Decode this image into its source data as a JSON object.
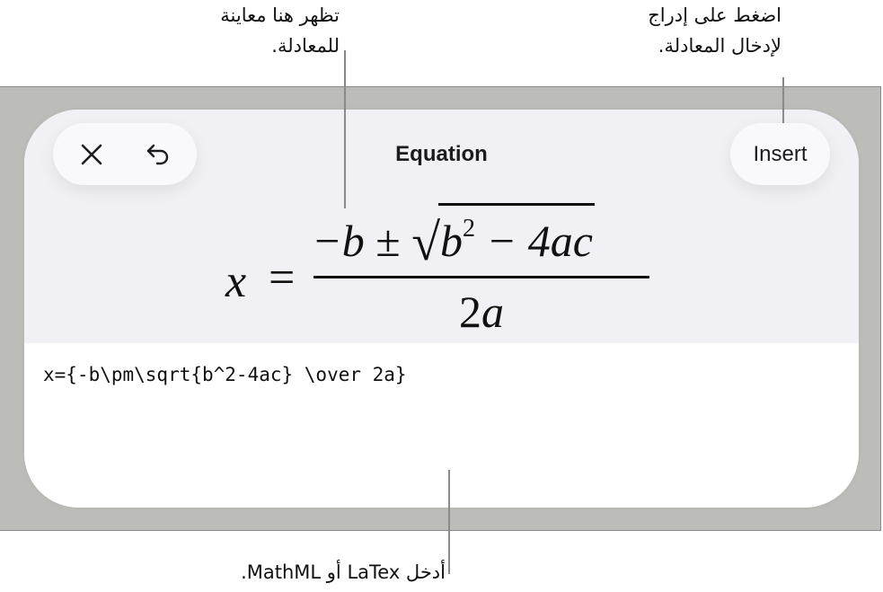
{
  "callouts": {
    "preview": {
      "line1": "تظهر هنا معاينة",
      "line2": "للمعادلة."
    },
    "insert": {
      "line1": "اضغط على إدراج",
      "line2": "لإدخال المعادلة."
    },
    "input": {
      "text": "أدخل LaTex أو MathML."
    }
  },
  "dialog": {
    "title": "Equation",
    "close_icon": "close-icon",
    "undo_icon": "undo-icon",
    "insert_label": "Insert"
  },
  "preview": {
    "lhs": "x",
    "equals": "=",
    "numerator": {
      "minus_b": "−b",
      "pm": "±",
      "radical": "√",
      "b": "b",
      "exp": "2",
      "rest": " − 4ac"
    },
    "denominator": {
      "two": "2",
      "a": "a"
    }
  },
  "input": {
    "value": "x={-b\\pm\\sqrt{b^2-4ac} \\over 2a}"
  },
  "colors": {
    "frame": "#bcbdb9",
    "card_header": "#f0f0f5",
    "card_body": "#ffffff",
    "pill": "#f9f9fb",
    "callout_line": "#8a8a8a"
  }
}
